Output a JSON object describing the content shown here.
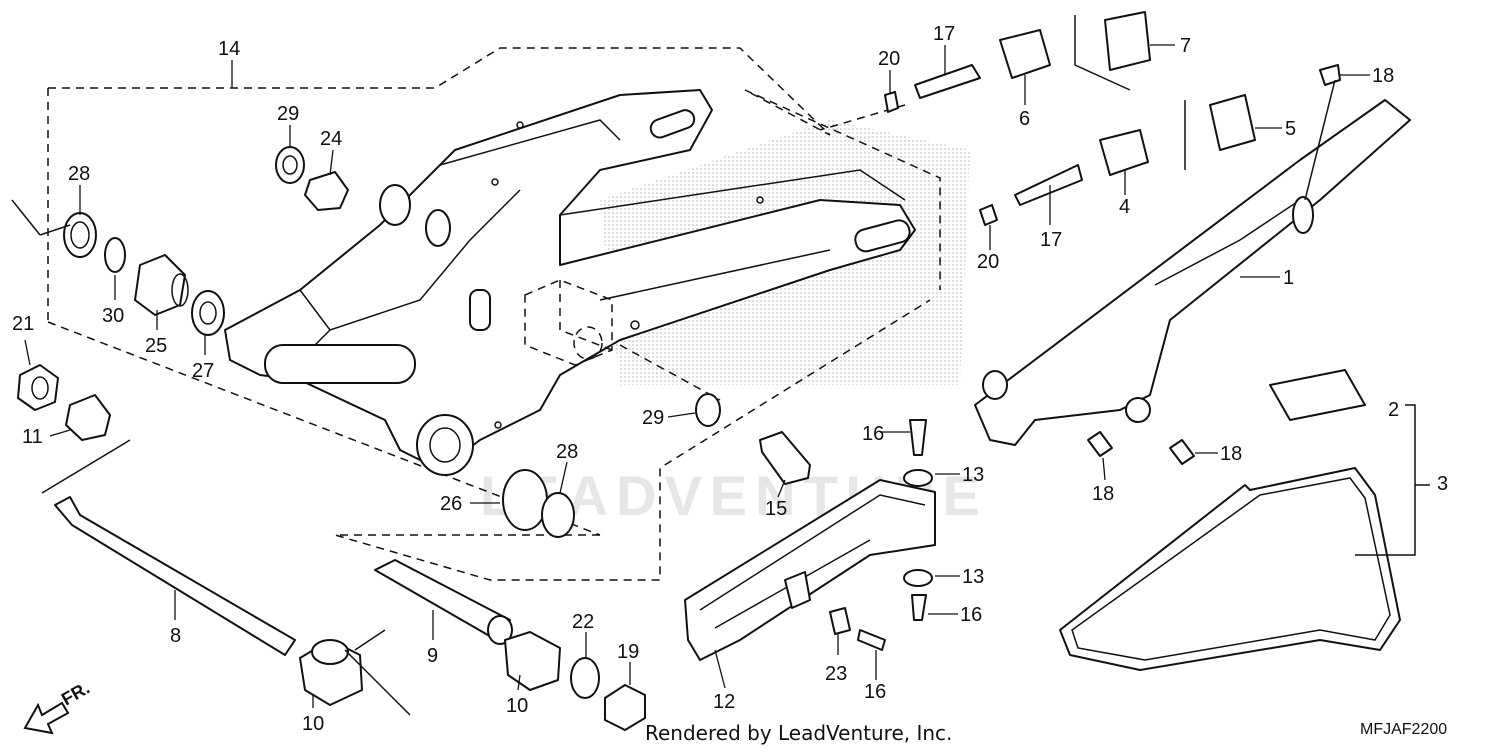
{
  "watermark_text": "LEADVENTURE",
  "footer": {
    "credit": "Rendered by LeadVenture, Inc.",
    "diagram_code": "MFJAF2200"
  },
  "direction_label": "FR.",
  "callouts": [
    {
      "id": "c14a",
      "label": "14"
    },
    {
      "id": "c28a",
      "label": "28"
    },
    {
      "id": "c29a",
      "label": "29"
    },
    {
      "id": "c24",
      "label": "24"
    },
    {
      "id": "c30",
      "label": "30"
    },
    {
      "id": "c25",
      "label": "25"
    },
    {
      "id": "c27",
      "label": "27"
    },
    {
      "id": "c21",
      "label": "21"
    },
    {
      "id": "c11",
      "label": "11"
    },
    {
      "id": "c8",
      "label": "8"
    },
    {
      "id": "c10a",
      "label": "10"
    },
    {
      "id": "c9",
      "label": "9"
    },
    {
      "id": "c10b",
      "label": "10"
    },
    {
      "id": "c22",
      "label": "22"
    },
    {
      "id": "c19",
      "label": "19"
    },
    {
      "id": "c26",
      "label": "26"
    },
    {
      "id": "c28b",
      "label": "28"
    },
    {
      "id": "c29b",
      "label": "29"
    },
    {
      "id": "c15",
      "label": "15"
    },
    {
      "id": "c20a",
      "label": "20"
    },
    {
      "id": "c17a",
      "label": "17"
    },
    {
      "id": "c6",
      "label": "6"
    },
    {
      "id": "c7",
      "label": "7"
    },
    {
      "id": "c5",
      "label": "5"
    },
    {
      "id": "c4",
      "label": "4"
    },
    {
      "id": "c17b",
      "label": "17"
    },
    {
      "id": "c20b",
      "label": "20"
    },
    {
      "id": "c18a",
      "label": "18"
    },
    {
      "id": "c1",
      "label": "1"
    },
    {
      "id": "c18b",
      "label": "18"
    },
    {
      "id": "c18c",
      "label": "18"
    },
    {
      "id": "c2",
      "label": "2"
    },
    {
      "id": "c3",
      "label": "3"
    },
    {
      "id": "c16a",
      "label": "16"
    },
    {
      "id": "c13a",
      "label": "13"
    },
    {
      "id": "c13b",
      "label": "13"
    },
    {
      "id": "c16b",
      "label": "16"
    },
    {
      "id": "c23",
      "label": "23"
    },
    {
      "id": "c16c",
      "label": "16"
    },
    {
      "id": "c12",
      "label": "12"
    }
  ]
}
